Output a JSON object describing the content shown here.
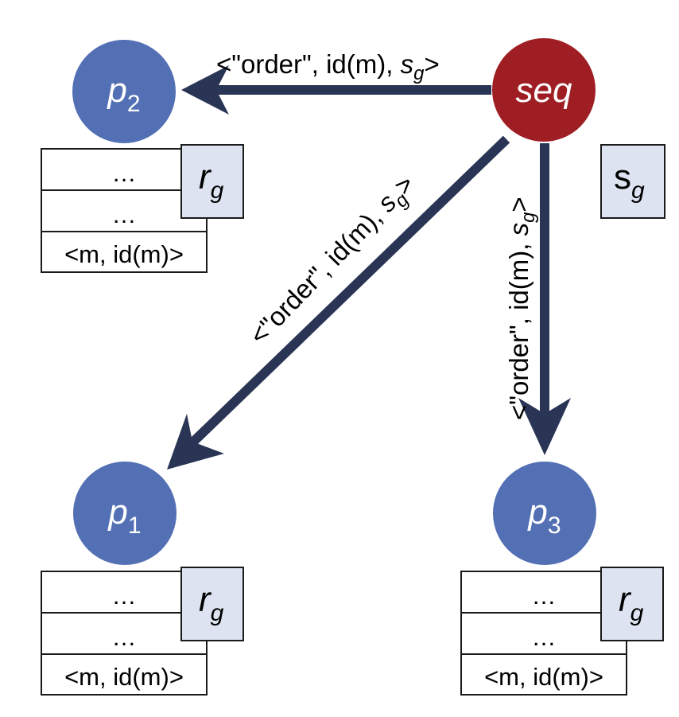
{
  "colors": {
    "process": "#5470b4",
    "sequencer": "#9e1e23",
    "arrow": "#2a3555",
    "register_fill": "#dde3f1"
  },
  "nodes": {
    "seq": {
      "label": "seq"
    },
    "p1": {
      "label": "p",
      "sub": "1"
    },
    "p2": {
      "label": "p",
      "sub": "2"
    },
    "p3": {
      "label": "p",
      "sub": "3"
    }
  },
  "message": {
    "prefix": "<\"order\", id(m), ",
    "s": "s",
    "sub": "g",
    "suffix": ">"
  },
  "register": {
    "label": "r",
    "sub": "g",
    "rows": [
      "…",
      "…",
      "<m, id(m)>"
    ]
  },
  "sequence_state": {
    "label": "s",
    "sub": "g"
  }
}
